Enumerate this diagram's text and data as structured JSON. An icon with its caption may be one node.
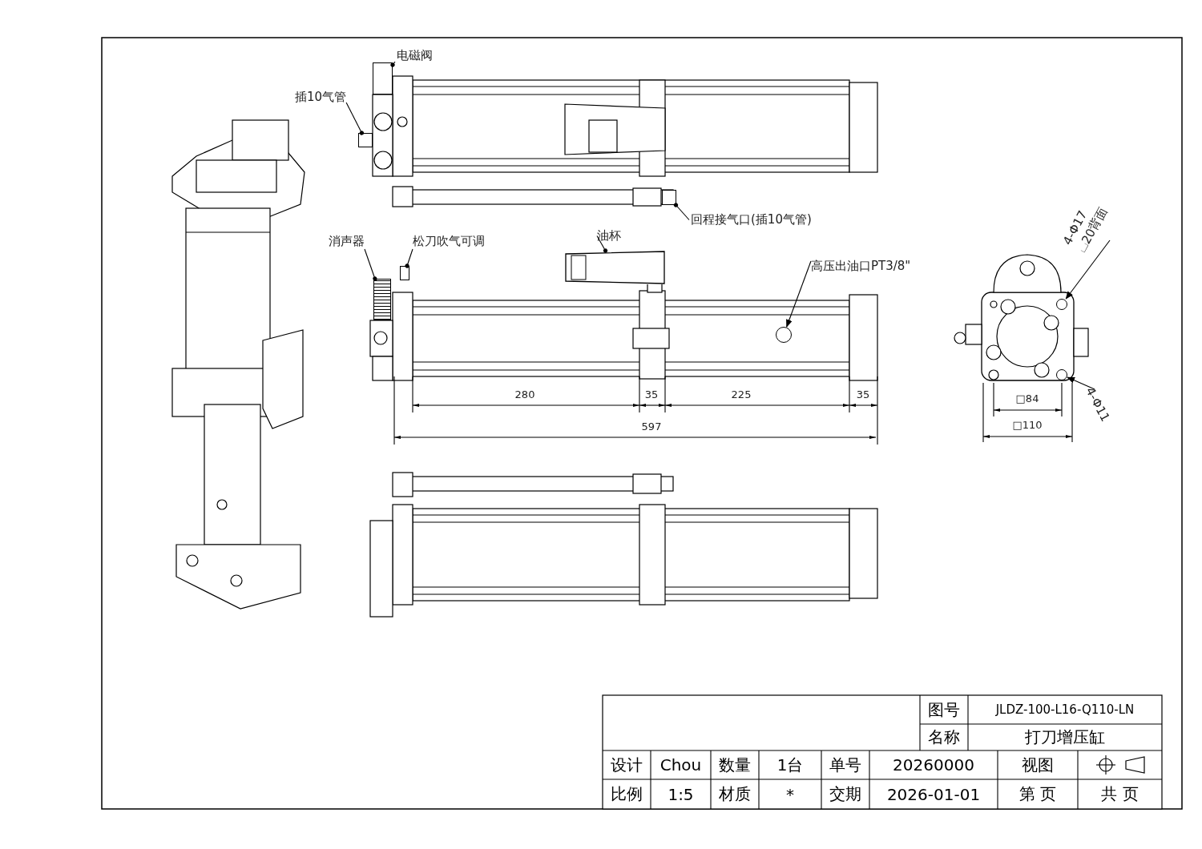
{
  "diagram": {
    "nodes": [
      {
        "text": [
          "电磁阀"
        ]
      },
      {
        "text": [],
        "shape": "box"
      },
      {
        "text": [
          "插10气管"
        ]
      },
      {
        "text": [],
        "shape": "box"
      },
      {
        "text": [
          "回程接气口(插10气管)"
        ]
      },
      {
        "text": [],
        "shape": "box"
      },
      {
        "text": [
          "消声器"
        ]
      },
      {
        "text": [],
        "shape": "box"
      },
      {
        "text": [
          "松刀吹气可调"
        ]
      },
      {
        "text": [],
        "shape": "box"
      },
      {
        "text": [
          "油杯"
        ]
      },
      {
        "text": [],
        "shape": "box"
      },
      {
        "text": [
          "高压出油口PT3/8\""
        ]
      },
      {
        "text": [],
        "shape": "circle"
      },
      {
        "text": [
          "4-Φ17 ⌴20背面"
        ]
      },
      {
        "text": [],
        "shape": "circle"
      },
      {
        "text": [
          "4-Φ11"
        ]
      },
      {
        "text": [],
        "shape": "circle"
      }
    ],
    "edges": [
      {
        "from": 0,
        "to": 1,
        "arrow": "other"
      },
      {
        "from": 2,
        "to": 3,
        "arrow": "other"
      },
      {
        "from": 4,
        "to": 5,
        "arrow": "other"
      },
      {
        "from": 6,
        "to": 7,
        "arrow": "other"
      },
      {
        "from": 8,
        "to": 9,
        "arrow": "other"
      },
      {
        "from": 10,
        "to": 11,
        "arrow": "other"
      },
      {
        "from": 12,
        "to": 13,
        "arrow": "to"
      },
      {
        "from": 14,
        "to": 15,
        "arrow": "to"
      },
      {
        "from": 16,
        "to": 17,
        "arrow": "to"
      }
    ],
    "labels": [
      "280",
      "35",
      "225",
      "35",
      "597",
      "□84",
      "□110",
      "图号",
      "JLDZ-100-L16-Q110-LN",
      "名称",
      "打刀增压缸",
      "设计",
      "Chou",
      "数量",
      "1台",
      "单号",
      "20260000",
      "视图",
      "比例",
      "1:5",
      "材质",
      "*",
      "交期",
      "2026-01-01",
      "第 页",
      "共 页"
    ]
  }
}
